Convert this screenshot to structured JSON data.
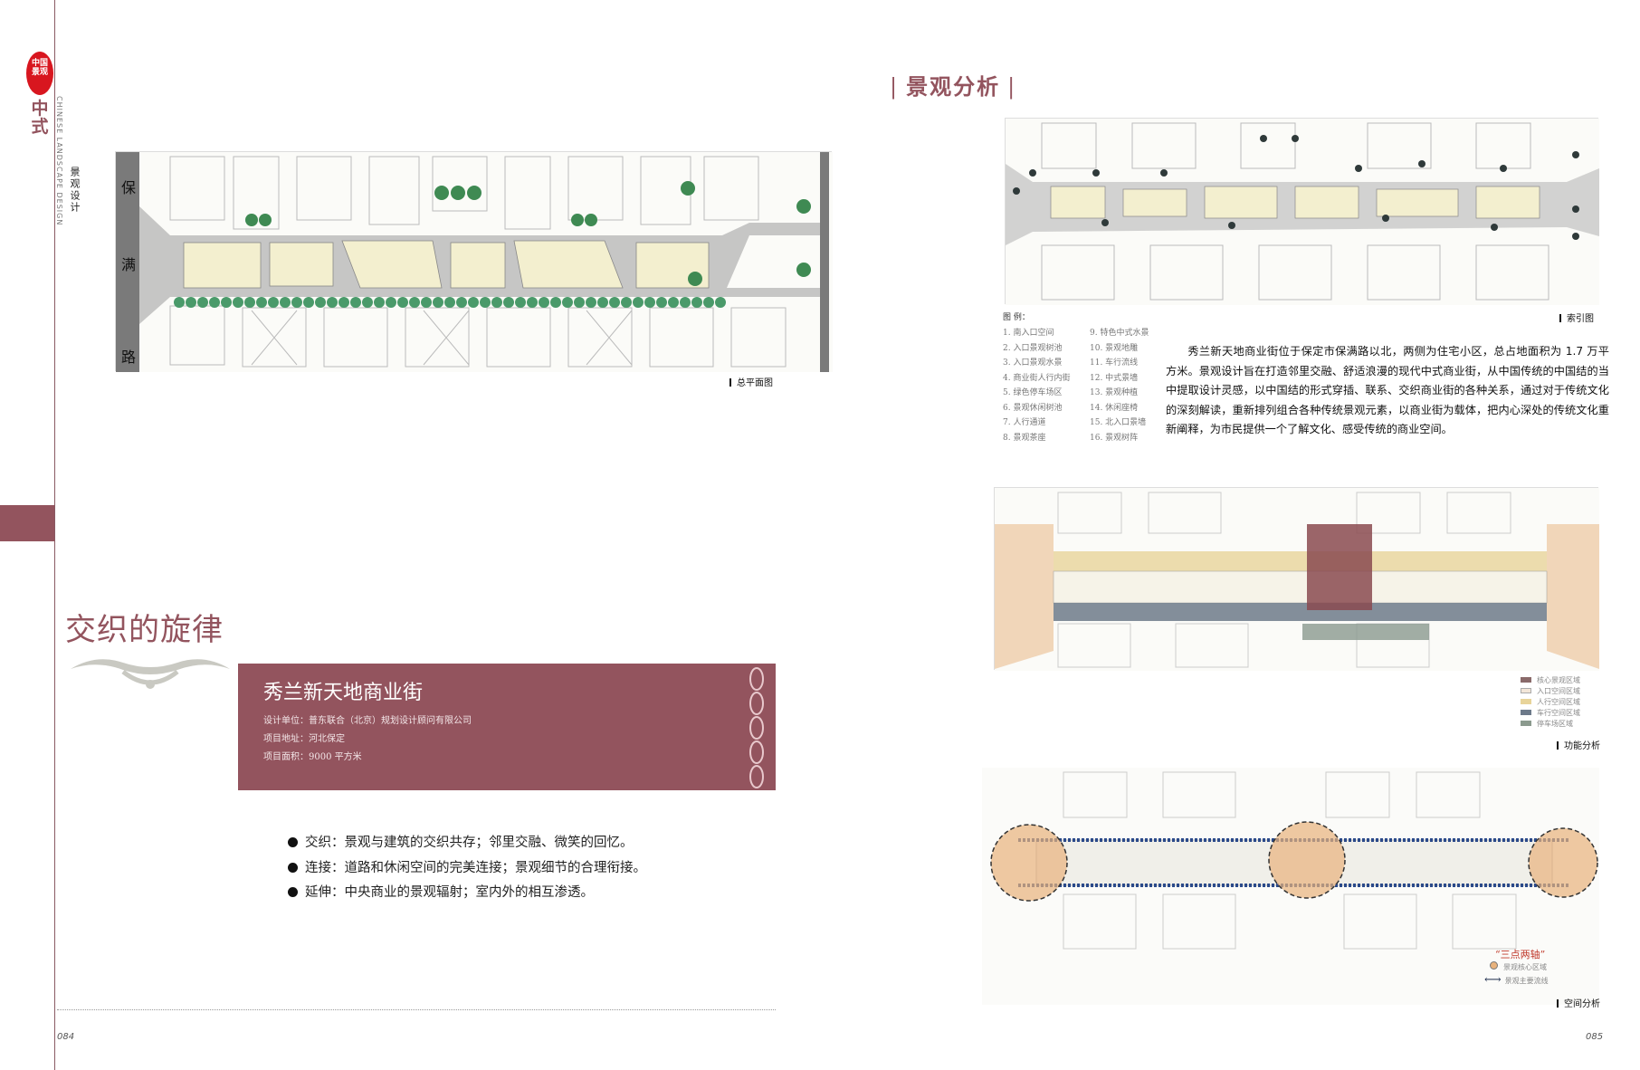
{
  "brand": {
    "seal_text": "中国景观",
    "logo_cn": "中式",
    "vertical_en": "CHINESE LANDSCAPE DESIGN",
    "vertical_cn": "景观设计"
  },
  "left_page": {
    "plan": {
      "road_label": "保满路",
      "caption": "总平面图"
    },
    "title": "交织的旋律",
    "project": {
      "name": "秀兰新天地商业街",
      "designer": "设计单位：普东联合（北京）规划设计顾问有限公司",
      "location": "项目地址：河北保定",
      "area": "项目面积：9000 平方米"
    },
    "bullets": [
      "交织：景观与建筑的交织共存；邻里交融、微笑的回忆。",
      "连接：道路和休闲空间的完美连接；景观细节的合理衔接。",
      "延伸：中央商业的景观辐射；室内外的相互渗透。"
    ],
    "page_number": "084"
  },
  "right_page": {
    "section_title": "景观分析",
    "index_plan": {
      "caption": "索引图",
      "legend_title": "图  例：",
      "legend_col1": [
        "1. 南入口空间",
        "2. 入口景观树池",
        "3. 入口景观水景",
        "4. 商业街人行内街",
        "5. 绿色停车场区",
        "6. 景观休闲树池",
        "7. 人行通道",
        "8. 景观茶座"
      ],
      "legend_col2": [
        "9. 特色中式水景",
        "10. 景观地雕",
        "11. 车行流线",
        "12. 中式景墙",
        "13. 景观种植",
        "14. 休闲座椅",
        "15. 北入口景墙",
        "16. 景观树阵"
      ]
    },
    "description": "秀兰新天地商业街位于保定市保满路以北，两侧为住宅小区，总占地面积为 1.7 万平方米。景观设计旨在打造邻里交融、舒适浪漫的现代中式商业街，从中国传统的中国结的当中提取设计灵感，以中国结的形式穿插、联系、交织商业街的各种关系，通过对于传统文化的深刻解读，重新排列组合各种传统景观元素，以商业街为载体，把内心深处的传统文化重新阐释，为市民提供一个了解文化、感受传统的商业空间。",
    "function_plan": {
      "caption": "功能分析",
      "legend": [
        {
          "label": "核心景观区域",
          "color": "#8a6a6a"
        },
        {
          "label": "入口空间区域",
          "color": "#f3e6d8"
        },
        {
          "label": "人行空间区域",
          "color": "#e8d49a"
        },
        {
          "label": "车行空间区域",
          "color": "#6d7a8a"
        },
        {
          "label": "停车场区域",
          "color": "#8b9a8e"
        }
      ]
    },
    "space_plan": {
      "caption": "空间分析",
      "concept": "“三点两轴”",
      "legend": [
        {
          "label": "景观核心区域",
          "icon": "circle-icon"
        },
        {
          "label": "景观主要流线",
          "icon": "double-arrow-icon"
        }
      ]
    },
    "page_number": "085"
  },
  "colors": {
    "accent": "#93545e",
    "seal": "#d8161f"
  }
}
